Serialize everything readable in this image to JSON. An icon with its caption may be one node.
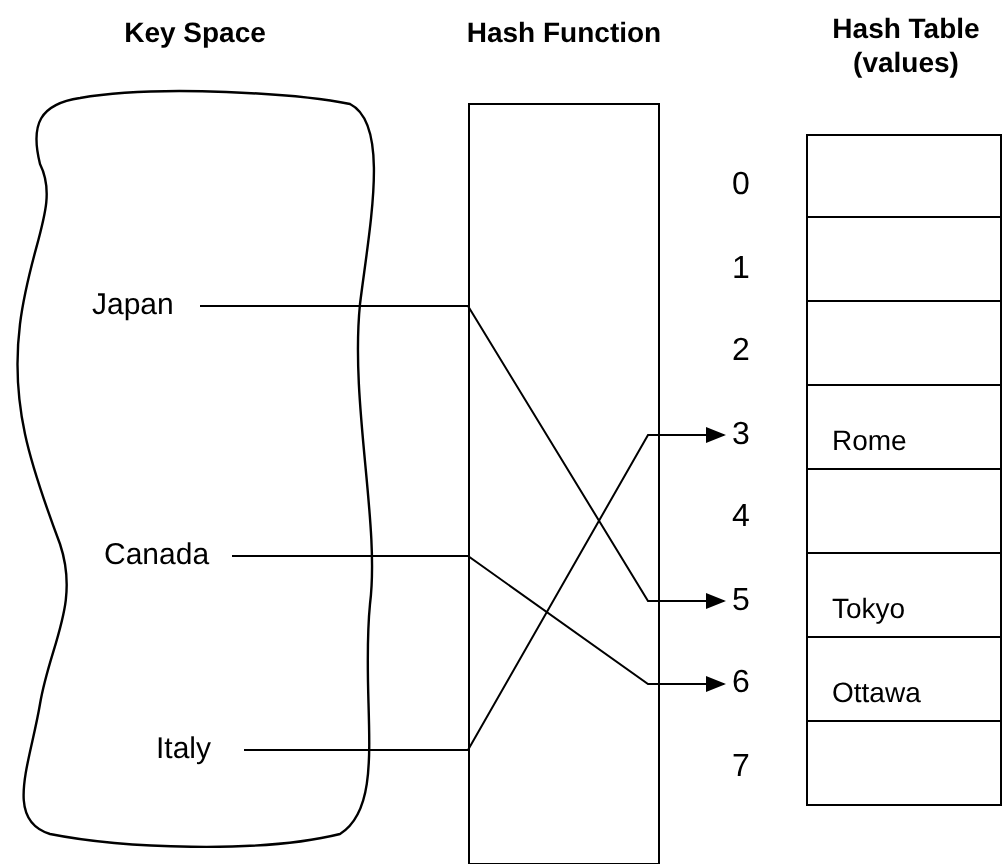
{
  "diagram": {
    "nodes": [
      {
        "text": [
          "Key Space"
        ]
      },
      {
        "text": [
          "Japan"
        ],
        "in": 0
      },
      {
        "text": [
          "Canada"
        ],
        "in": 0
      },
      {
        "text": [
          "Italy"
        ],
        "in": 0
      },
      {
        "text": [
          "Hash Table (values)"
        ]
      },
      {
        "text": [],
        "shape": "box",
        "in": 4
      },
      {
        "text": [],
        "shape": "box",
        "in": 4
      },
      {
        "text": [],
        "shape": "box",
        "in": 4
      },
      {
        "text": [
          "Rome"
        ],
        "in": 4
      },
      {
        "text": [],
        "shape": "box",
        "in": 4
      },
      {
        "text": [
          "Tokyo"
        ],
        "in": 4
      },
      {
        "text": [
          "Ottawa"
        ],
        "in": 4
      },
      {
        "text": [],
        "shape": "box",
        "in": 4
      },
      {
        "text": [
          "0"
        ]
      },
      {
        "text": [
          "1"
        ]
      },
      {
        "text": [
          "2"
        ]
      },
      {
        "text": [
          "3"
        ]
      },
      {
        "text": [
          "4"
        ]
      },
      {
        "text": [
          "5"
        ]
      },
      {
        "text": [
          "6"
        ]
      },
      {
        "text": [
          "7"
        ]
      }
    ],
    "edges": [
      {
        "from": 1,
        "to": 18,
        "arrow": "to"
      },
      {
        "from": 2,
        "to": 19,
        "arrow": "to"
      },
      {
        "from": 3,
        "to": 16,
        "arrow": "to"
      }
    ],
    "labels": [
      "Hash Function"
    ]
  }
}
